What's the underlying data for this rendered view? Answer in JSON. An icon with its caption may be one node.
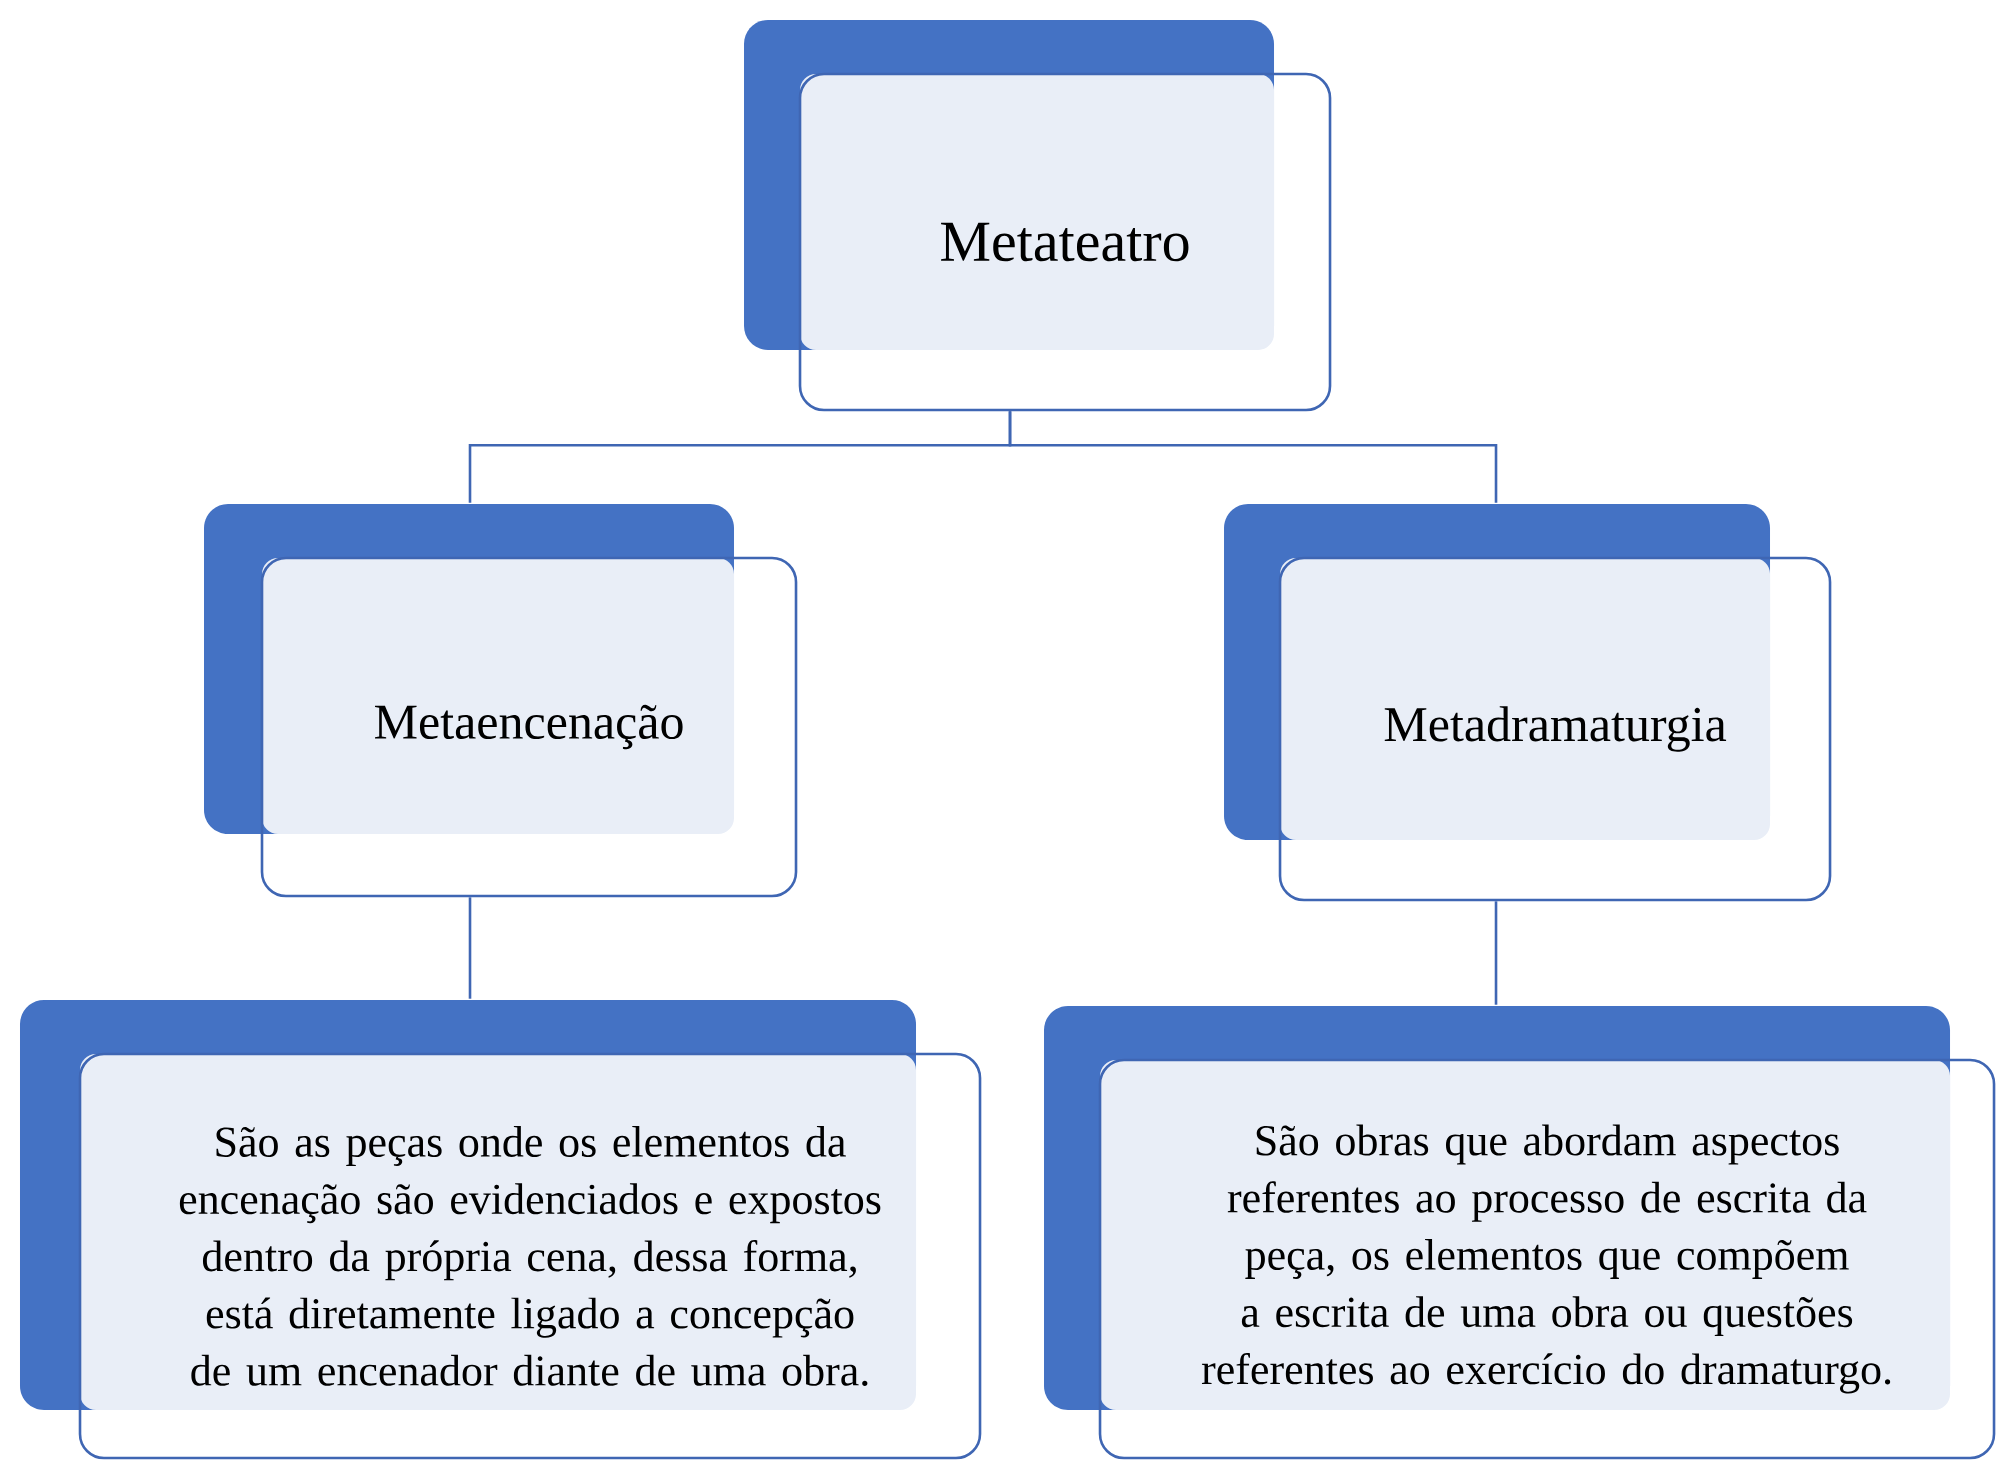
{
  "diagram": {
    "nodes": [
      {
        "text": [
          "Metateatro"
        ]
      },
      {
        "text": [
          "Metaencenação"
        ]
      },
      {
        "text": [
          "Metadramaturgia"
        ]
      },
      {
        "text": [
          "São as peças onde os elementos da encenação são evidenciados e expostos dentro da própria cena, dessa forma, está diretamente ligado a concepção de um encenador diante de uma obra."
        ]
      },
      {
        "text": [
          "São obras que abordam aspectos referentes ao processo de escrita da peça, os elementos que compõem a escrita de uma obra ou questões referentes ao exercício do dramaturgo."
        ]
      }
    ],
    "edges": [
      {
        "from": 0,
        "to": 1,
        "arrow": "none"
      },
      {
        "from": 0,
        "to": 2,
        "arrow": "none"
      },
      {
        "from": 1,
        "to": 3,
        "arrow": "none"
      },
      {
        "from": 2,
        "to": 4,
        "arrow": "none"
      }
    ]
  }
}
